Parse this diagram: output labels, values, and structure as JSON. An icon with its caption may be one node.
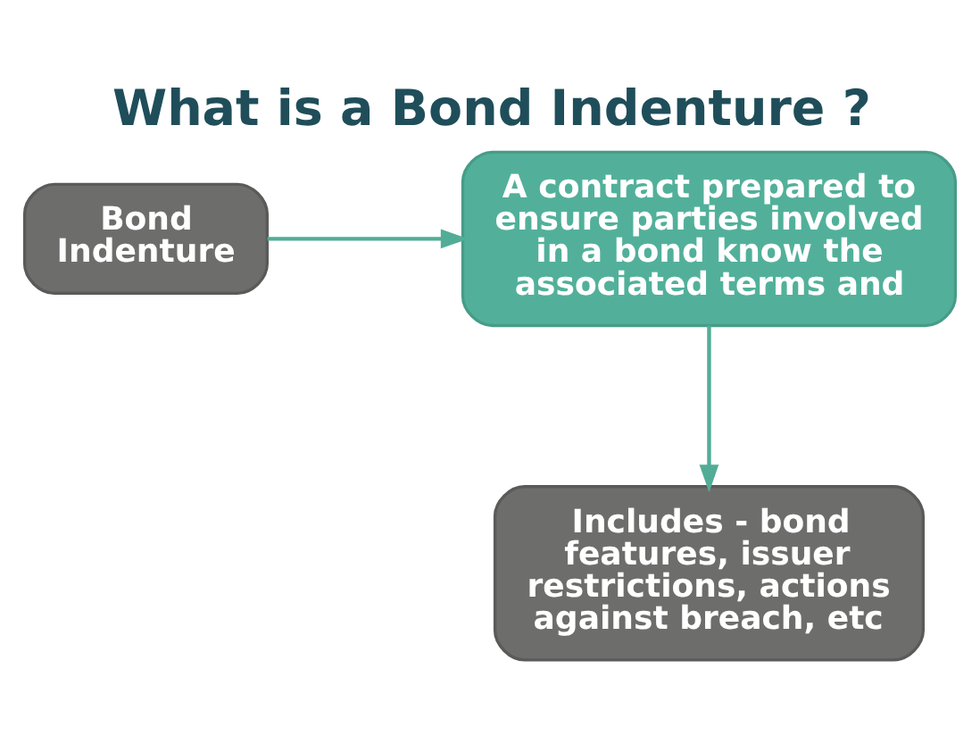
{
  "diagram": {
    "title": "What is a Bond Indenture ?",
    "nodes": [
      {
        "text": [
          "Bond Indenture"
        ]
      },
      {
        "text": [
          "A contract prepared to ensure parties involved in a bond know the associated terms and"
        ]
      },
      {
        "text": [
          "Includes - bond features, issuer restrictions, actions against breach, etc"
        ]
      }
    ],
    "edges": [
      {
        "from": 0,
        "to": 1,
        "arrow": "to"
      },
      {
        "from": 1,
        "to": 2,
        "arrow": "to"
      }
    ]
  }
}
